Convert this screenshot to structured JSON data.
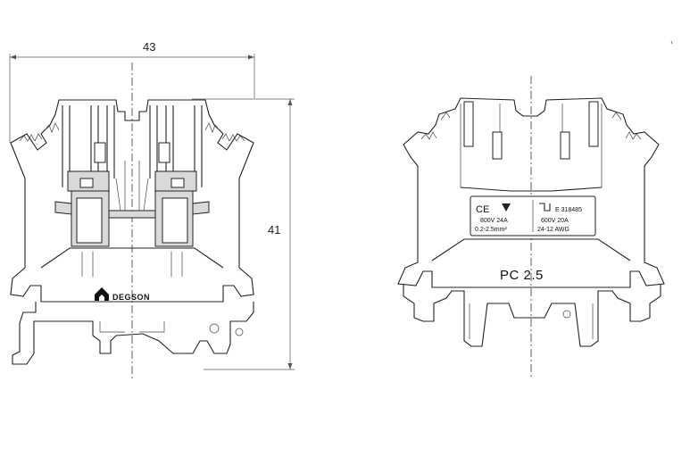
{
  "dimensions": {
    "width_label": "43",
    "height_label": "41"
  },
  "left_view": {
    "brand": "DEGSON"
  },
  "right_view": {
    "ce_mark": "CE",
    "left_rating_line1": "800V 24A",
    "left_rating_line2": "0.2-2.5mm²",
    "right_mark": "E 318485",
    "right_rating_line1": "600V 20A",
    "right_rating_line2": "24-12 AWG",
    "model": "PC 2.5"
  }
}
